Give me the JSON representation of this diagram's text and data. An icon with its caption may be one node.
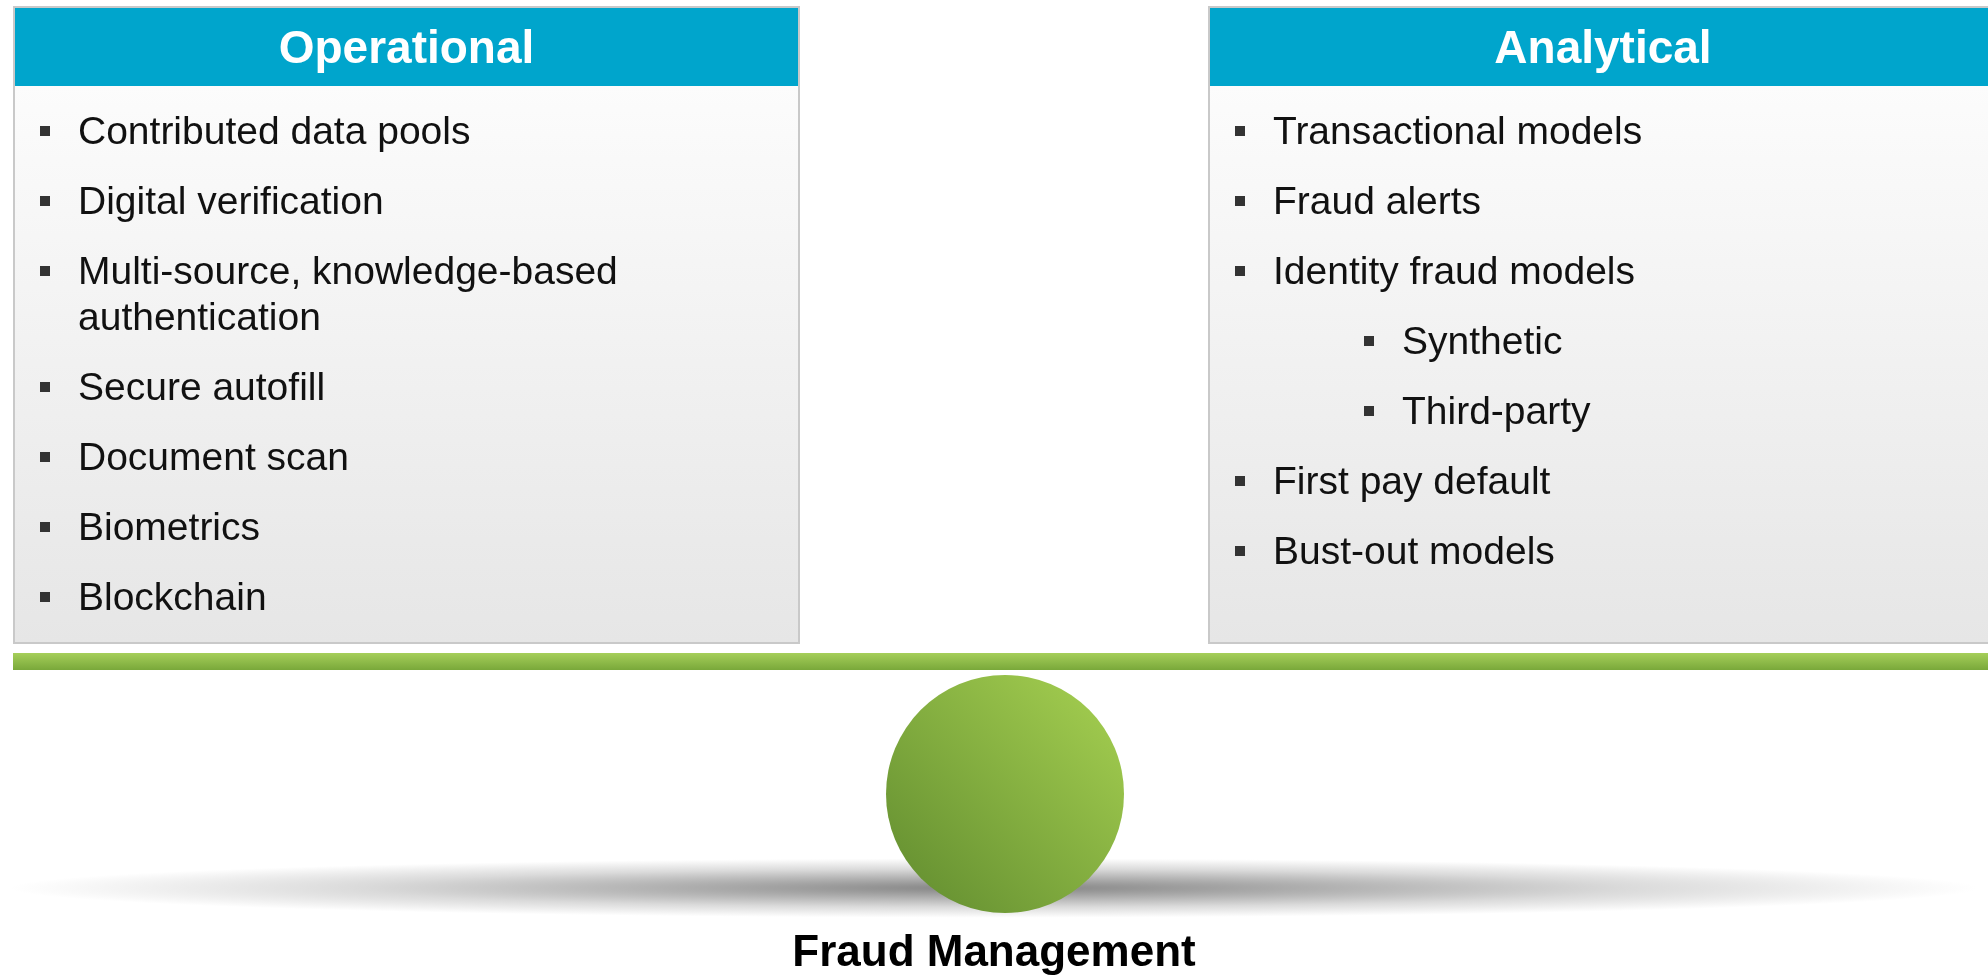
{
  "diagram": {
    "nodes": [
      {
        "text": [
          "Operational",
          "Contributed data pools",
          "Digital verification",
          "Multi-source, knowledge-based authentication",
          "Secure autofill",
          "Document scan",
          "Biometrics",
          "Blockchain"
        ]
      },
      {
        "text": [
          "Analytical",
          "Transactional models",
          "Fraud alerts",
          "Identity fraud models",
          "Synthetic",
          "Third-party",
          "First pay default",
          "Bust-out models"
        ]
      },
      {
        "text": [],
        "shape": "bar"
      },
      {
        "text": [],
        "shape": "circle",
        "beside": [
          "Fraud Management"
        ]
      }
    ],
    "edges": []
  }
}
